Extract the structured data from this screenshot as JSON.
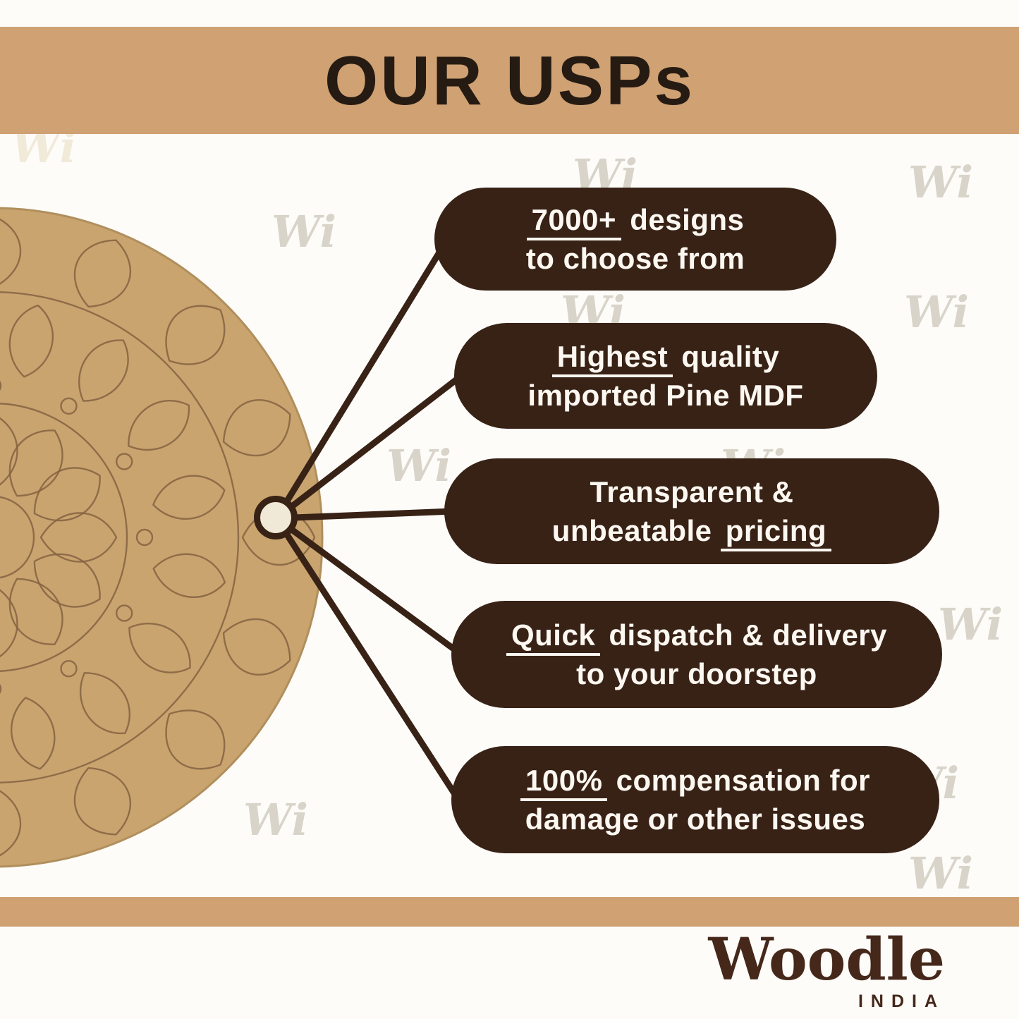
{
  "header": {
    "title": "OUR USPs"
  },
  "watermark_text": "Wi",
  "usps": [
    {
      "lines": [
        [
          {
            "t": "7000+",
            "u": true
          },
          {
            "t": " designs",
            "u": false
          }
        ],
        [
          {
            "t": "to choose from",
            "u": false
          }
        ]
      ]
    },
    {
      "lines": [
        [
          {
            "t": "Highest",
            "u": true
          },
          {
            "t": " quality",
            "u": false
          }
        ],
        [
          {
            "t": "imported Pine MDF",
            "u": false
          }
        ]
      ]
    },
    {
      "lines": [
        [
          {
            "t": "Transparent &",
            "u": false
          }
        ],
        [
          {
            "t": "unbeatable ",
            "u": false
          },
          {
            "t": "pricing",
            "u": true
          }
        ]
      ]
    },
    {
      "lines": [
        [
          {
            "t": "Quick",
            "u": true
          },
          {
            "t": " dispatch & delivery",
            "u": false
          }
        ],
        [
          {
            "t": "to your doorstep",
            "u": false
          }
        ]
      ]
    },
    {
      "lines": [
        [
          {
            "t": "100%",
            "u": true
          },
          {
            "t": " compensation for",
            "u": false
          }
        ],
        [
          {
            "t": "damage or other issues",
            "u": false
          }
        ]
      ]
    }
  ],
  "footer": {
    "brand": "Woodle",
    "country": "INDIA"
  },
  "colors": {
    "band": "#cfa173",
    "pill": "#382216",
    "wood": "#c9a46f",
    "title": "#261b12",
    "brand": "#45281a"
  }
}
